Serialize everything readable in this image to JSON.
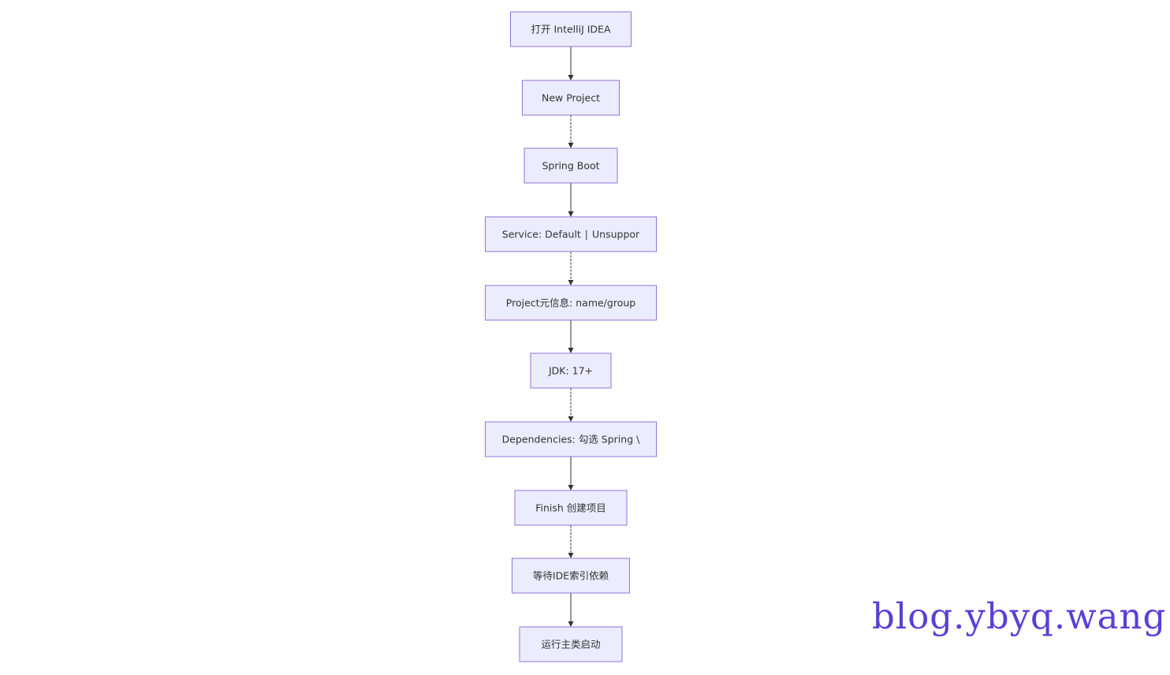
{
  "nodes": [
    {
      "id": "open-idea",
      "label": "打开 IntelliJ IDEA"
    },
    {
      "id": "new-project",
      "label": "New Project"
    },
    {
      "id": "spring-boot",
      "label": "Spring Boot"
    },
    {
      "id": "service",
      "label": "Service: Default ∣ Unsuppor"
    },
    {
      "id": "project-meta",
      "label": "Project元信息: name/group"
    },
    {
      "id": "jdk",
      "label": "JDK: 17+"
    },
    {
      "id": "dependencies",
      "label": "Dependencies: 勾选 Spring \\"
    },
    {
      "id": "finish",
      "label": "Finish 创建项目"
    },
    {
      "id": "wait-index",
      "label": "等待IDE索引依赖"
    },
    {
      "id": "run-main",
      "label": "运行主类启动"
    }
  ],
  "edges": [
    {
      "from": "open-idea",
      "to": "new-project"
    },
    {
      "from": "new-project",
      "to": "spring-boot"
    },
    {
      "from": "spring-boot",
      "to": "service"
    },
    {
      "from": "service",
      "to": "project-meta"
    },
    {
      "from": "project-meta",
      "to": "jdk"
    },
    {
      "from": "jdk",
      "to": "dependencies"
    },
    {
      "from": "dependencies",
      "to": "finish"
    },
    {
      "from": "finish",
      "to": "wait-index"
    },
    {
      "from": "wait-index",
      "to": "run-main"
    }
  ],
  "watermark": "blog.ybyq.wang",
  "colors": {
    "node_fill": "#ececff",
    "node_stroke": "#9370db",
    "text": "#333333",
    "edge": "#333333",
    "watermark": "#5b3fd6"
  }
}
